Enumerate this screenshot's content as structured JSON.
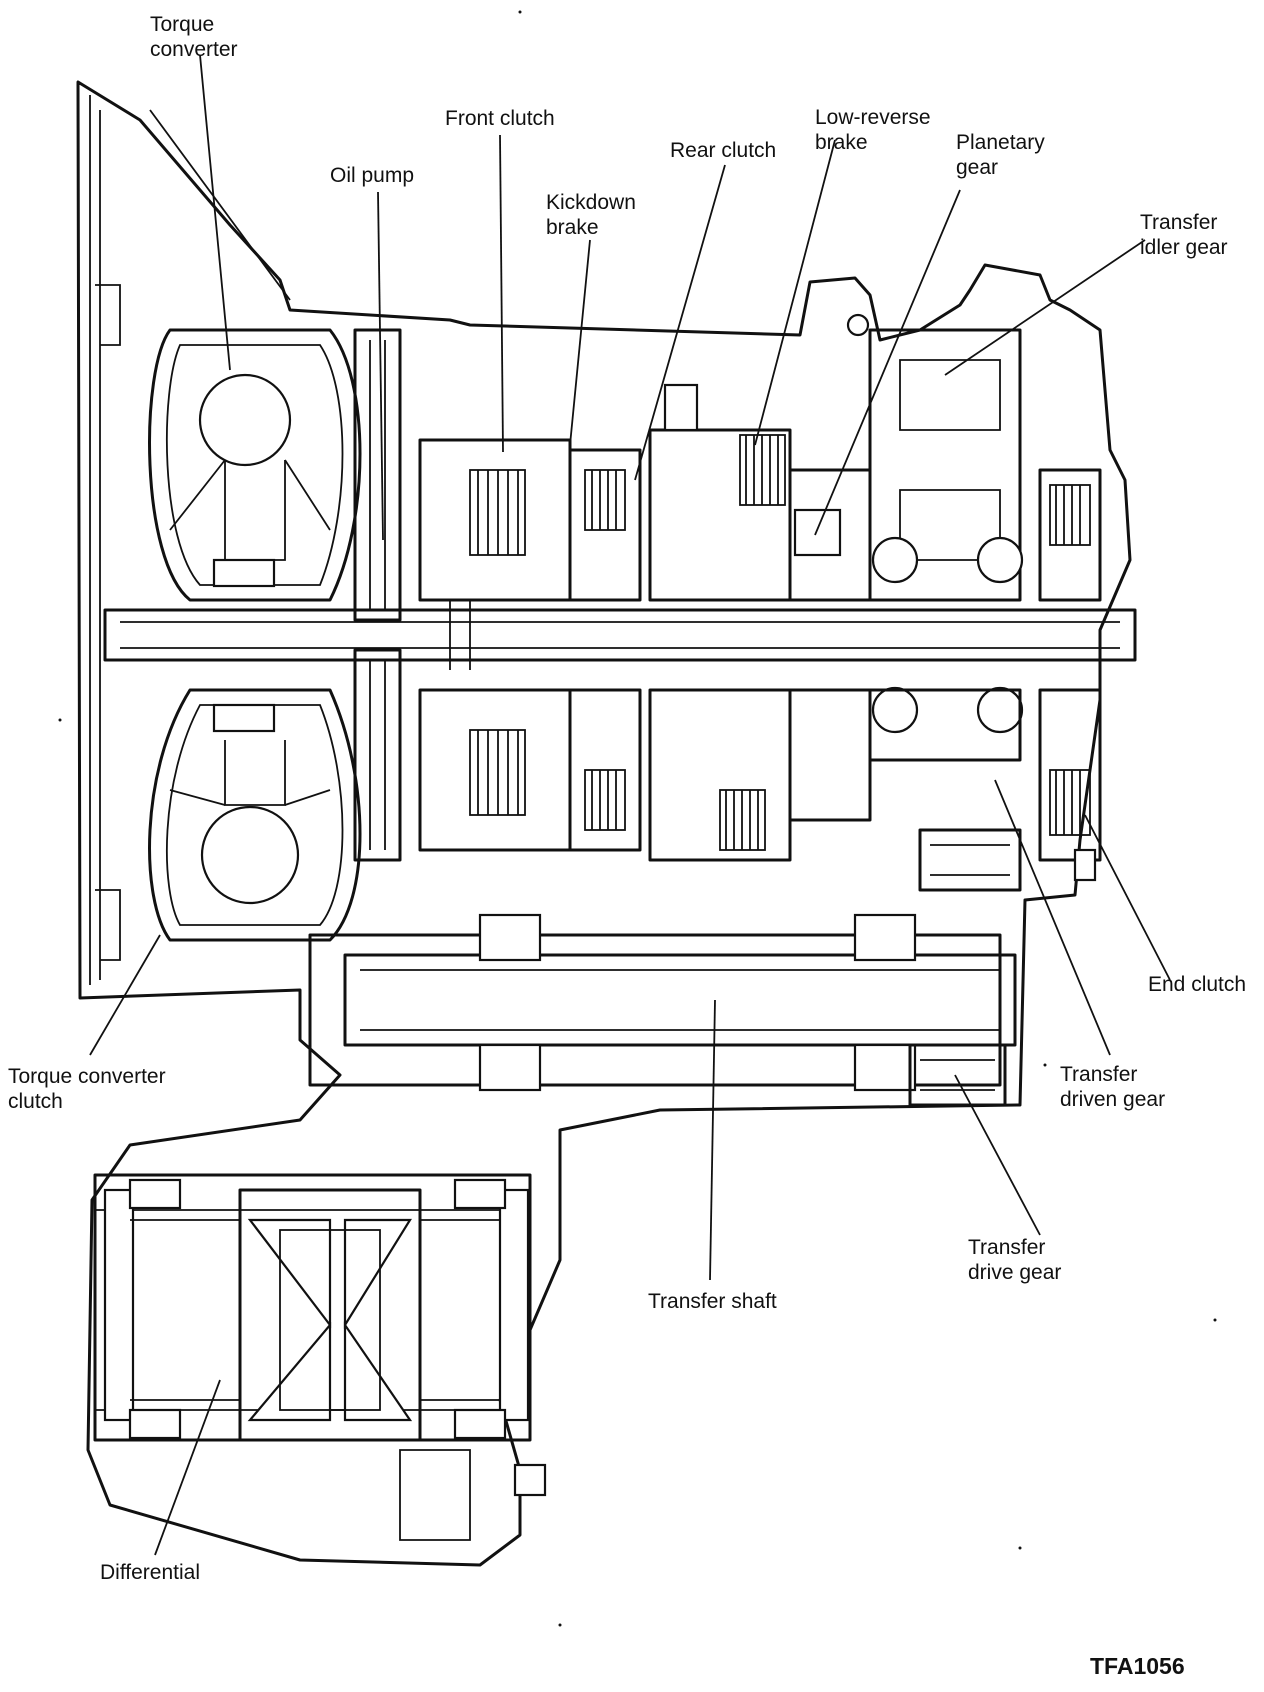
{
  "labels": {
    "torque_converter": "Torque\nconverter",
    "front_clutch": "Front clutch",
    "low_reverse_brake": "Low-reverse\nbrake",
    "rear_clutch": "Rear clutch",
    "planetary_gear": "Planetary\ngear",
    "oil_pump": "Oil pump",
    "kickdown_brake": "Kickdown\nbrake",
    "transfer_idler_gear": "Transfer\nidler gear",
    "end_clutch": "End clutch",
    "torque_converter_clutch": "Torque converter\nclutch",
    "transfer_driven_gear": "Transfer\ndriven gear",
    "transfer_drive_gear": "Transfer\ndrive gear",
    "transfer_shaft": "Transfer shaft",
    "differential": "Differential"
  },
  "figure_code": "TFA1056"
}
